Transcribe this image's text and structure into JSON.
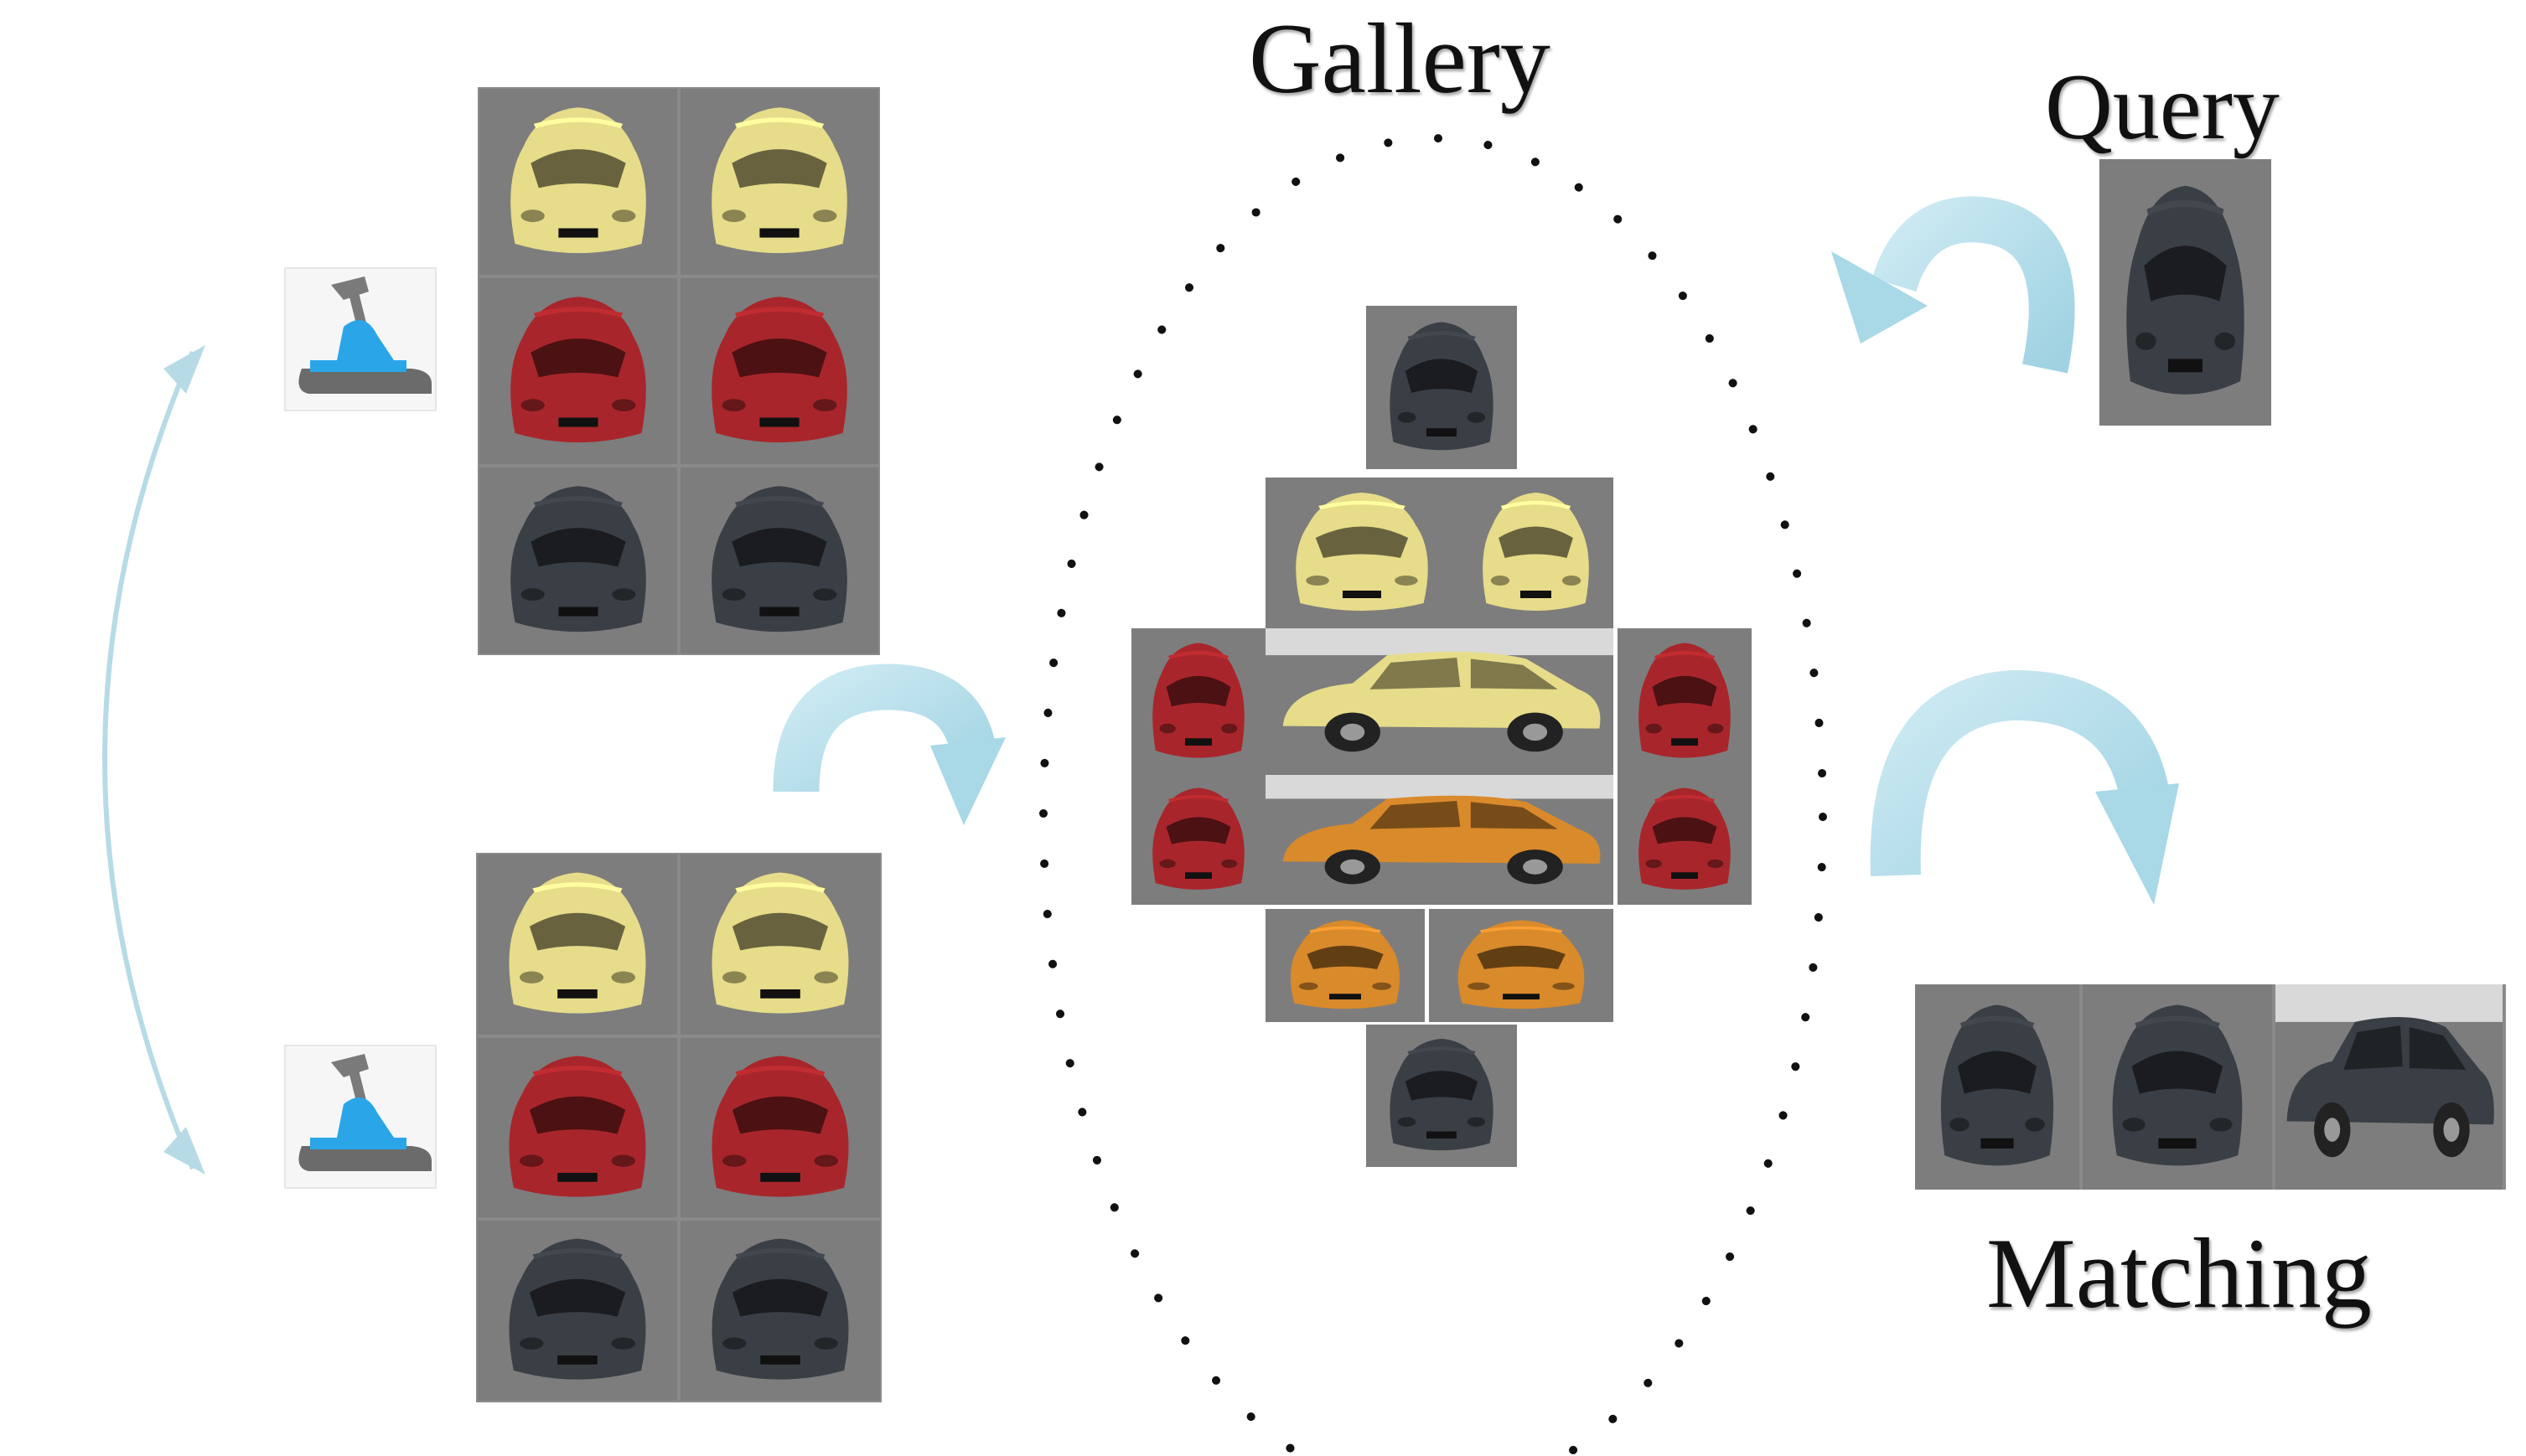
{
  "labels": {
    "gallery": "Gallery",
    "query": "Query",
    "matching": "Matching"
  },
  "colors": {
    "arrow": "#a9d8e6",
    "dots": "#111111",
    "camera_blue": "#2aa6e8",
    "camera_grey": "#6b6b6b",
    "road": "#7d7d7d",
    "yellow_car": "#e6dc8a",
    "red_car": "#a8262b",
    "dark_car": "#3a3f45",
    "orange_car": "#d98a2b"
  },
  "icons": [
    "camera-icon",
    "curved-arrow-icon",
    "double-headed-arrow-icon"
  ],
  "camera_groups": [
    {
      "name": "camera-1",
      "cars": [
        "yellow",
        "yellow",
        "red",
        "red",
        "dark",
        "dark"
      ]
    },
    {
      "name": "camera-2",
      "cars": [
        "yellow",
        "yellow",
        "red",
        "red",
        "dark",
        "dark"
      ]
    }
  ],
  "gallery_cars": [
    "dark",
    "yellow",
    "yellow",
    "red",
    "yellow",
    "red",
    "red",
    "orange",
    "red",
    "orange",
    "orange",
    "dark"
  ],
  "query_car": "dark",
  "matching_cars": [
    "dark",
    "dark",
    "dark"
  ]
}
